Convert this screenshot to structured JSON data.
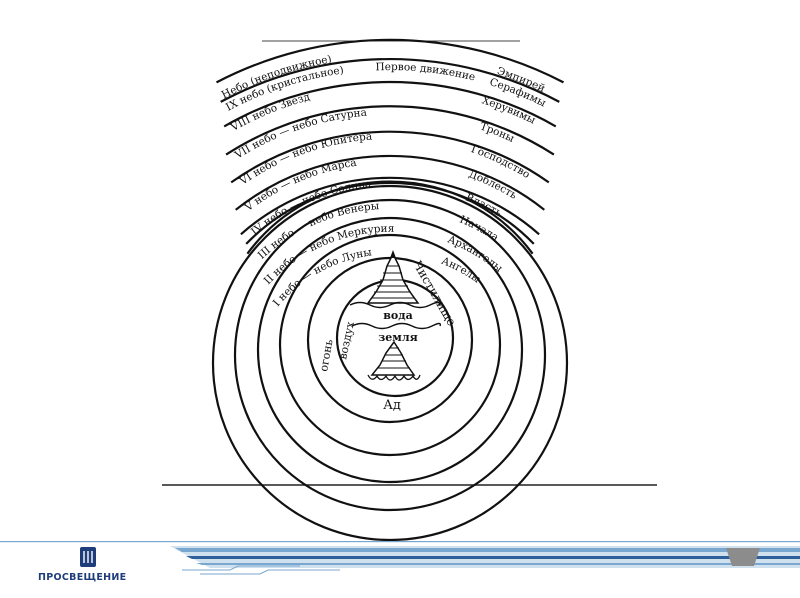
{
  "diagram": {
    "outer_spheres_left": [
      "Небо (неподвижное)",
      "IX небо (кристальное)",
      "VIII небо Звёзд",
      "VII небо — небо Сатурна",
      "VI небо — небо Юпитера",
      "V небо — небо Марса",
      "IV небо — небо Солнца",
      "III небо — небо Венеры",
      "II небо — небо Меркурия",
      "I небо — небо Луны"
    ],
    "outer_spheres_right": [
      "Эмпирей",
      "Серафимы",
      "Херувимы",
      "Троны",
      "Господство",
      "Доблесть",
      "Власть",
      "Начала",
      "Архангелы",
      "Ангелы"
    ],
    "first_motion": "Первое движение",
    "element_labels": {
      "fire": "огонь",
      "air": "воздух",
      "purgatory": "Чистилище",
      "water": "вода",
      "earth": "земля",
      "hell": "Ад"
    }
  },
  "footer": {
    "publisher": "ПРОСВЕЩЕНИЕ"
  },
  "colors": {
    "brand_blue": "#1f3d7a",
    "stripe_light": "#cfe0ef",
    "stripe_mid": "#7aa7cf",
    "stripe_dark": "#2f5f9a",
    "emblem_gray": "#8c8c8c"
  }
}
